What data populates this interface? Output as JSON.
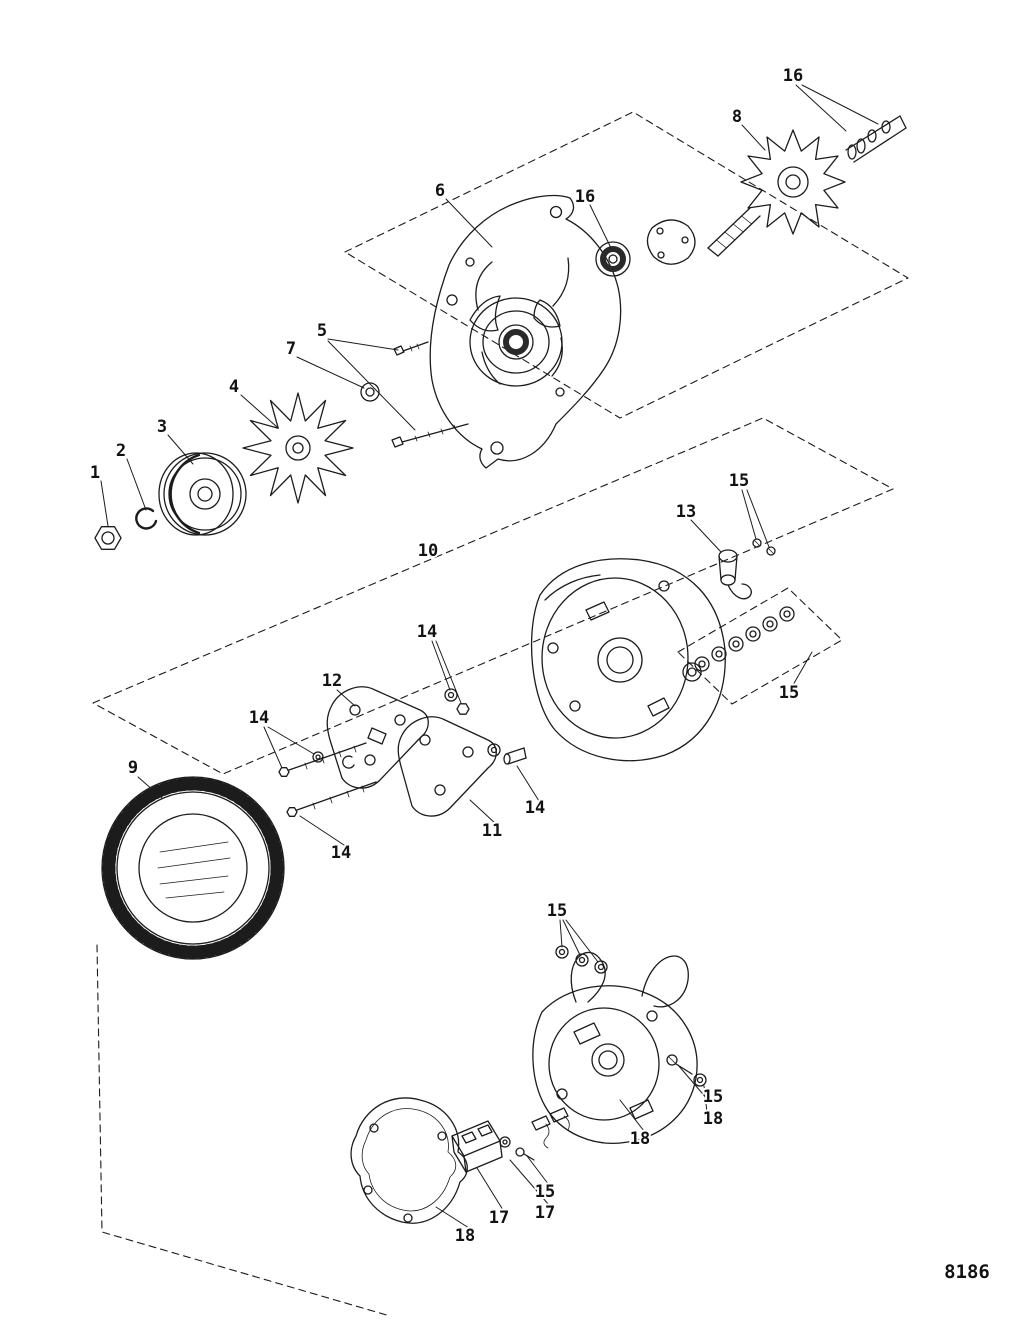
{
  "figure": {
    "number": "8186"
  },
  "callouts": [
    {
      "label": "1"
    },
    {
      "label": "2"
    },
    {
      "label": "3"
    },
    {
      "label": "4"
    },
    {
      "label": "5"
    },
    {
      "label": "7"
    },
    {
      "label": "6"
    },
    {
      "label": "16"
    },
    {
      "label": "8"
    },
    {
      "label": "16"
    },
    {
      "label": "10"
    },
    {
      "label": "13"
    },
    {
      "label": "15"
    },
    {
      "label": "15"
    },
    {
      "label": "14"
    },
    {
      "label": "12"
    },
    {
      "label": "14"
    },
    {
      "label": "9"
    },
    {
      "label": "14"
    },
    {
      "label": "11"
    },
    {
      "label": "14"
    },
    {
      "label": "15"
    },
    {
      "label": "15"
    },
    {
      "label": "18"
    },
    {
      "label": "18"
    },
    {
      "label": "17"
    },
    {
      "label": "15"
    },
    {
      "label": "17"
    },
    {
      "label": "18"
    }
  ]
}
